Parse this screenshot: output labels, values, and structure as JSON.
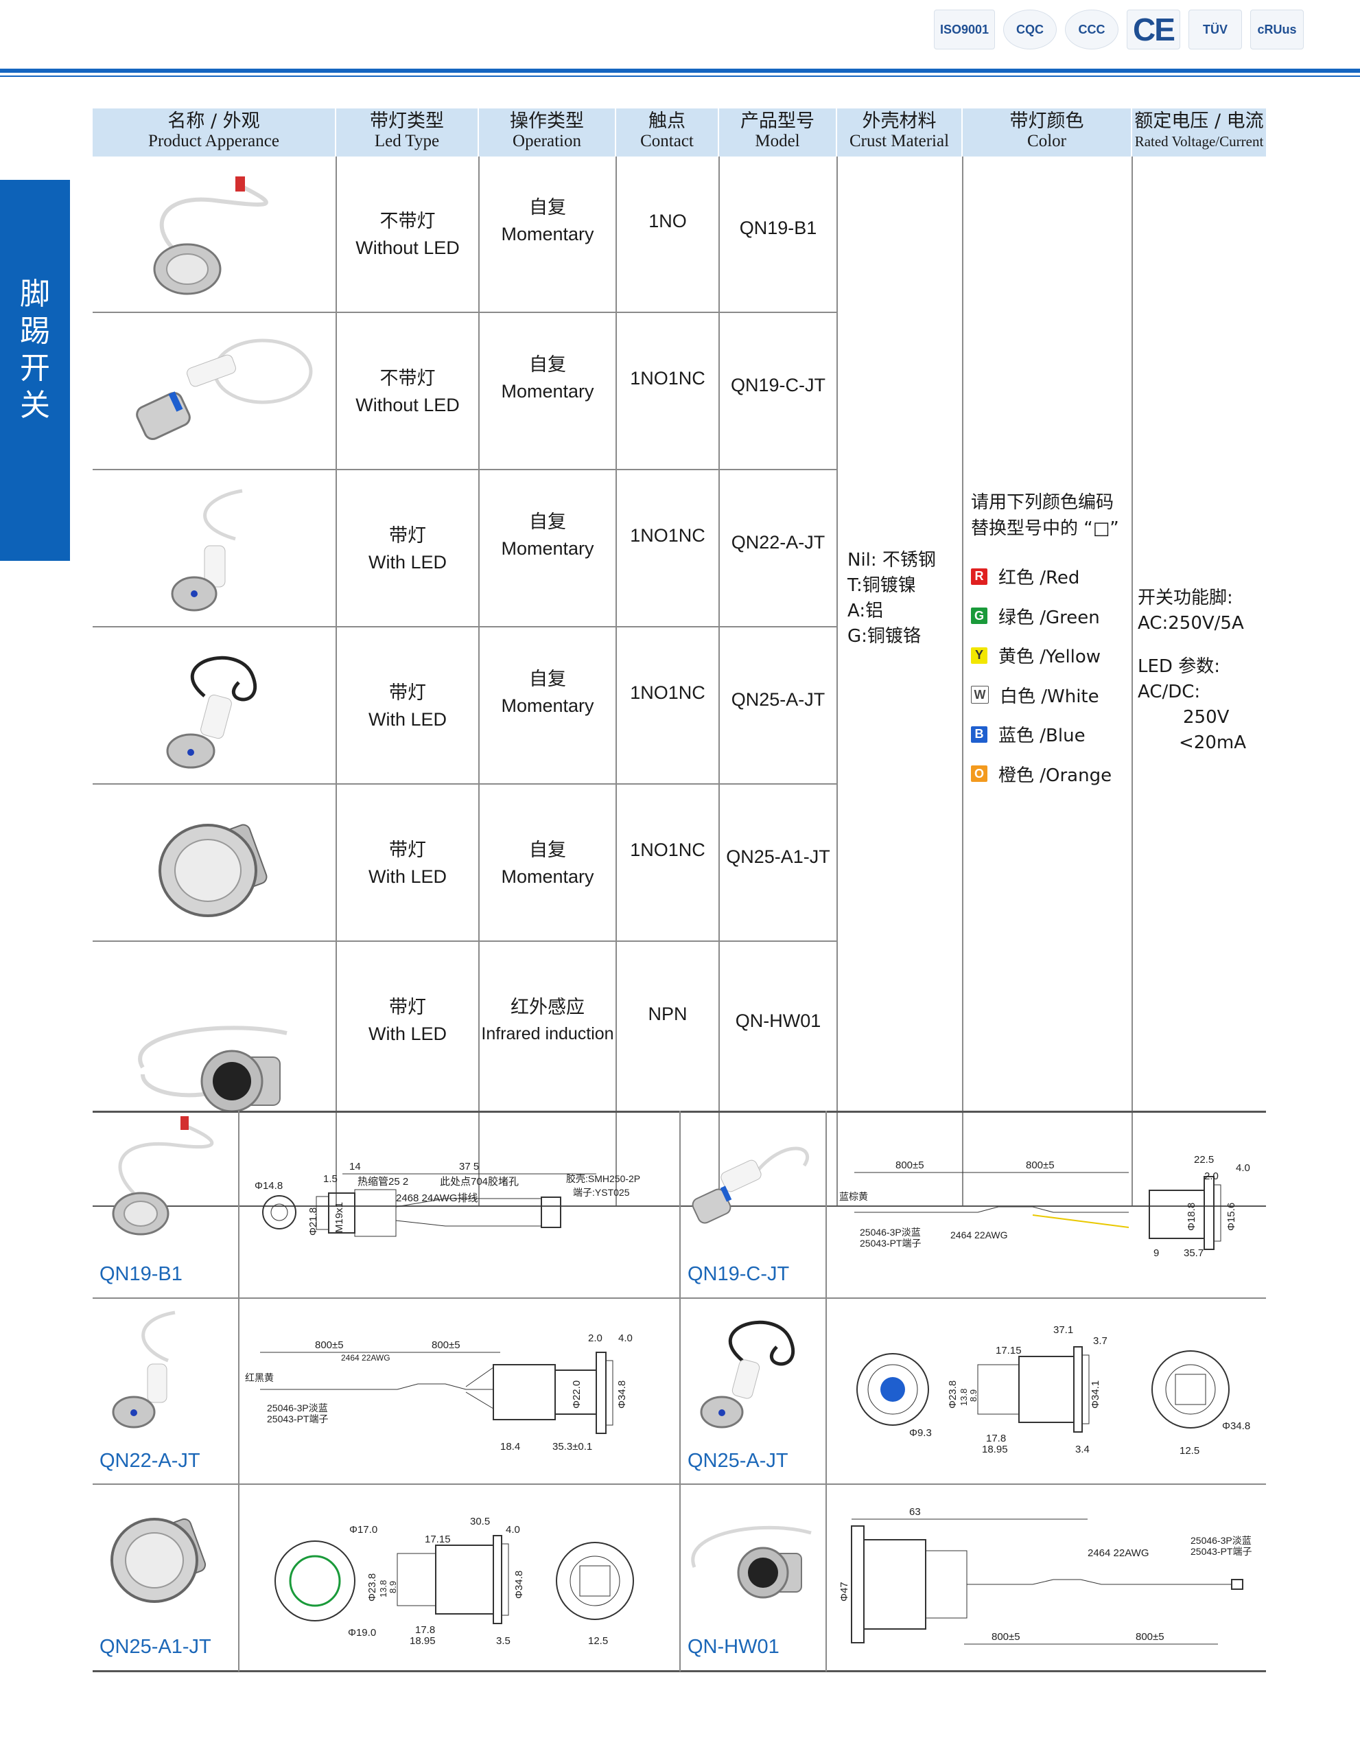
{
  "certifications": [
    "ISO9001",
    "CQC",
    "CCC",
    "CE",
    "TÜV",
    "cRUus"
  ],
  "side_tab": [
    "脚",
    "踢",
    "开",
    "关"
  ],
  "headers": [
    {
      "zh": "名称 / 外观",
      "en": "Product Apperance"
    },
    {
      "zh": "带灯类型",
      "en": "Led Type"
    },
    {
      "zh": "操作类型",
      "en": "Operation"
    },
    {
      "zh": "触点",
      "en": "Contact"
    },
    {
      "zh": "产品型号",
      "en": "Model"
    },
    {
      "zh": "外壳材料",
      "en": "Crust Material"
    },
    {
      "zh": "带灯颜色",
      "en": "Color"
    },
    {
      "zh": "额定电压 / 电流",
      "en": "Rated Voltage/Current"
    }
  ],
  "rows": [
    {
      "led_zh": "不带灯",
      "led_en": "Without LED",
      "op_zh": "自复",
      "op_en": "Momentary",
      "contact": "1NO",
      "model": "QN19-B1"
    },
    {
      "led_zh": "不带灯",
      "led_en": "Without LED",
      "op_zh": "自复",
      "op_en": "Momentary",
      "contact": "1NO1NC",
      "model": "QN19-C-JT"
    },
    {
      "led_zh": "带灯",
      "led_en": "With LED",
      "op_zh": "自复",
      "op_en": "Momentary",
      "contact": "1NO1NC",
      "model": "QN22-A-JT"
    },
    {
      "led_zh": "带灯",
      "led_en": "With LED",
      "op_zh": "自复",
      "op_en": "Momentary",
      "contact": "1NO1NC",
      "model": "QN25-A-JT"
    },
    {
      "led_zh": "带灯",
      "led_en": "With LED",
      "op_zh": "自复",
      "op_en": "Momentary",
      "contact": "1NO1NC",
      "model": "QN25-A1-JT"
    },
    {
      "led_zh": "带灯",
      "led_en": "With LED",
      "op_zh": "红外感应",
      "op_en": "Infrared induction",
      "contact": "NPN",
      "model": "QN-HW01"
    }
  ],
  "material": [
    "Nil: 不锈钢",
    "T:铜镀镍",
    "A:铝",
    "G:铜镀铬"
  ],
  "color_hint": [
    "请用下列颜色编码",
    "替换型号中的 “□”"
  ],
  "colors": [
    {
      "code": "R",
      "label": "红色 /Red",
      "bg": "#e02020",
      "fg": "#ffffff"
    },
    {
      "code": "G",
      "label": "绿色 /Green",
      "bg": "#1a9a3a",
      "fg": "#ffffff"
    },
    {
      "code": "Y",
      "label": "黄色 /Yellow",
      "bg": "#f2e600",
      "fg": "#333333"
    },
    {
      "code": "W",
      "label": "白色 /White",
      "bg": "#ffffff",
      "fg": "#444444"
    },
    {
      "code": "B",
      "label": "蓝色 /Blue",
      "bg": "#1e5fcf",
      "fg": "#ffffff"
    },
    {
      "code": "O",
      "label": "橙色 /Orange",
      "bg": "#f39a1e",
      "fg": "#ffffff"
    }
  ],
  "rated": {
    "switch_title": "开关功能脚:",
    "switch_value": "AC:250V/5A",
    "led_title": "LED 参数:",
    "led_acdc": "AC/DC:",
    "led_v": "250V",
    "led_i": "<20mA"
  },
  "drawings": {
    "qn19b1": {
      "model": "QN19-B1",
      "d1": "Φ14.8",
      "d2": "Φ21.8",
      "thread": "M19x1",
      "l1": "1.5",
      "l2": "14",
      "l3": "37 5",
      "l4": "热缩管25  2",
      "note1": "此处点704胶堵孔",
      "wire": "2468  24AWG排线",
      "conn1": "胶壳:SMH250-2P",
      "conn2": "端子:YST025"
    },
    "qn19cjt": {
      "model": "QN19-C-JT",
      "a": "800±5",
      "b": "800±5",
      "wires": "蓝棕黄",
      "conn": "25046-3P淡蓝",
      "term": "25043-PT端子",
      "wire": "2464 22AWG",
      "t1": "22.5",
      "t2": "4.0",
      "t3": "2.0",
      "d1": "Φ18.8",
      "d2": "Φ15.6",
      "l1": "9",
      "l2": "35.7"
    },
    "qn22ajt": {
      "model": "QN22-A-JT",
      "a": "800±5",
      "b": "800±5",
      "wiresize": "2464 22AWG",
      "wires": "红黑黄",
      "conn": "25046-3P淡蓝",
      "term": "25043-PT端子",
      "t1": "2.0",
      "t2": "4.0",
      "d1": "Φ22.0",
      "d2": "Φ34.8",
      "l1": "18.4",
      "l2": "35.3±0.1"
    },
    "qn25ajt": {
      "model": "QN25-A-JT",
      "t1": "37.1",
      "t2": "3.7",
      "t3": "17.15",
      "d1": "Φ23.8",
      "d2": "13.8",
      "d3": "8.9",
      "d4": "Φ34.1",
      "d5": "Φ34.8",
      "d6": "Φ9.3",
      "b1": "17.8",
      "b2": "18.95",
      "b3": "3.4",
      "b4": "12.5"
    },
    "qn25a1jt": {
      "model": "QN25-A1-JT",
      "d1": "Φ17.0",
      "d2": "Φ19.0",
      "t1": "30.5",
      "t2": "4.0",
      "t3": "17.15",
      "d3": "Φ23.8",
      "d4": "13.8",
      "d5": "8.9",
      "d6": "Φ34.8",
      "b1": "17.8",
      "b2": "18.95",
      "b3": "3.5",
      "b4": "12.5"
    },
    "qnhw01": {
      "model": "QN-HW01",
      "t1": "63",
      "d1": "Φ47",
      "wire": "2464 22AWG",
      "conn": "25046-3P淡蓝",
      "term": "25043-PT端子",
      "a": "800±5",
      "b": "800±5"
    }
  }
}
